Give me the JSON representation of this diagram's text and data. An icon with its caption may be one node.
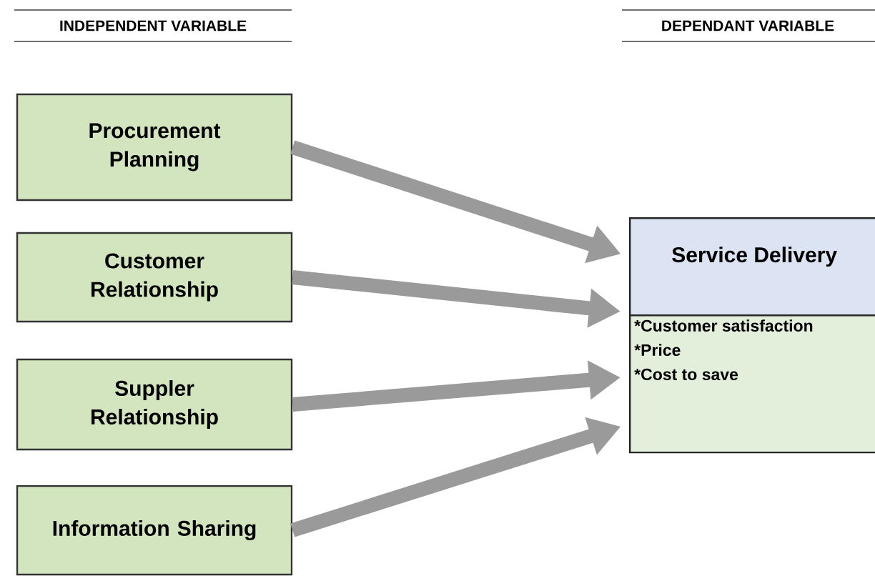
{
  "diagram": {
    "nodes": [
      {
        "text": [
          "Procurement Planning"
        ]
      },
      {
        "text": [
          "Customer Relationship"
        ]
      },
      {
        "text": [
          "Suppler Relationship"
        ]
      },
      {
        "text": [
          "Information Sharing"
        ]
      },
      {
        "text": [
          "Service Delivery",
          "*Customer satisfaction",
          "*Price",
          "*Cost to save"
        ]
      }
    ],
    "edges": [
      {
        "from": 0,
        "to": 4,
        "arrow": "to"
      },
      {
        "from": 1,
        "to": 4,
        "arrow": "to"
      },
      {
        "from": 2,
        "to": 4,
        "arrow": "to"
      },
      {
        "from": 3,
        "to": 4,
        "arrow": "to"
      }
    ],
    "labels": [
      "INDEPENDENT VARIABLE",
      "DEPENDANT VARIABLE"
    ]
  }
}
